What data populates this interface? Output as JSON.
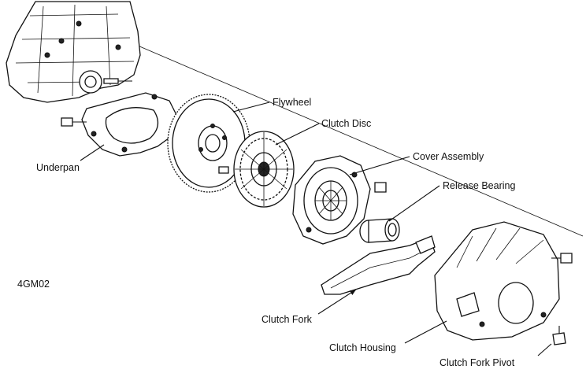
{
  "labels": {
    "flywheel": "Flywheel",
    "clutch_disc": "Clutch Disc",
    "underpan": "Underpan",
    "cover_assembly": "Cover Assembly",
    "release_bearing": "Release Bearing",
    "clutch_fork": "Clutch Fork",
    "clutch_housing": "Clutch Housing",
    "clutch_fork_pivot": "Clutch Fork Pivot",
    "figure_code": "4GM02"
  }
}
